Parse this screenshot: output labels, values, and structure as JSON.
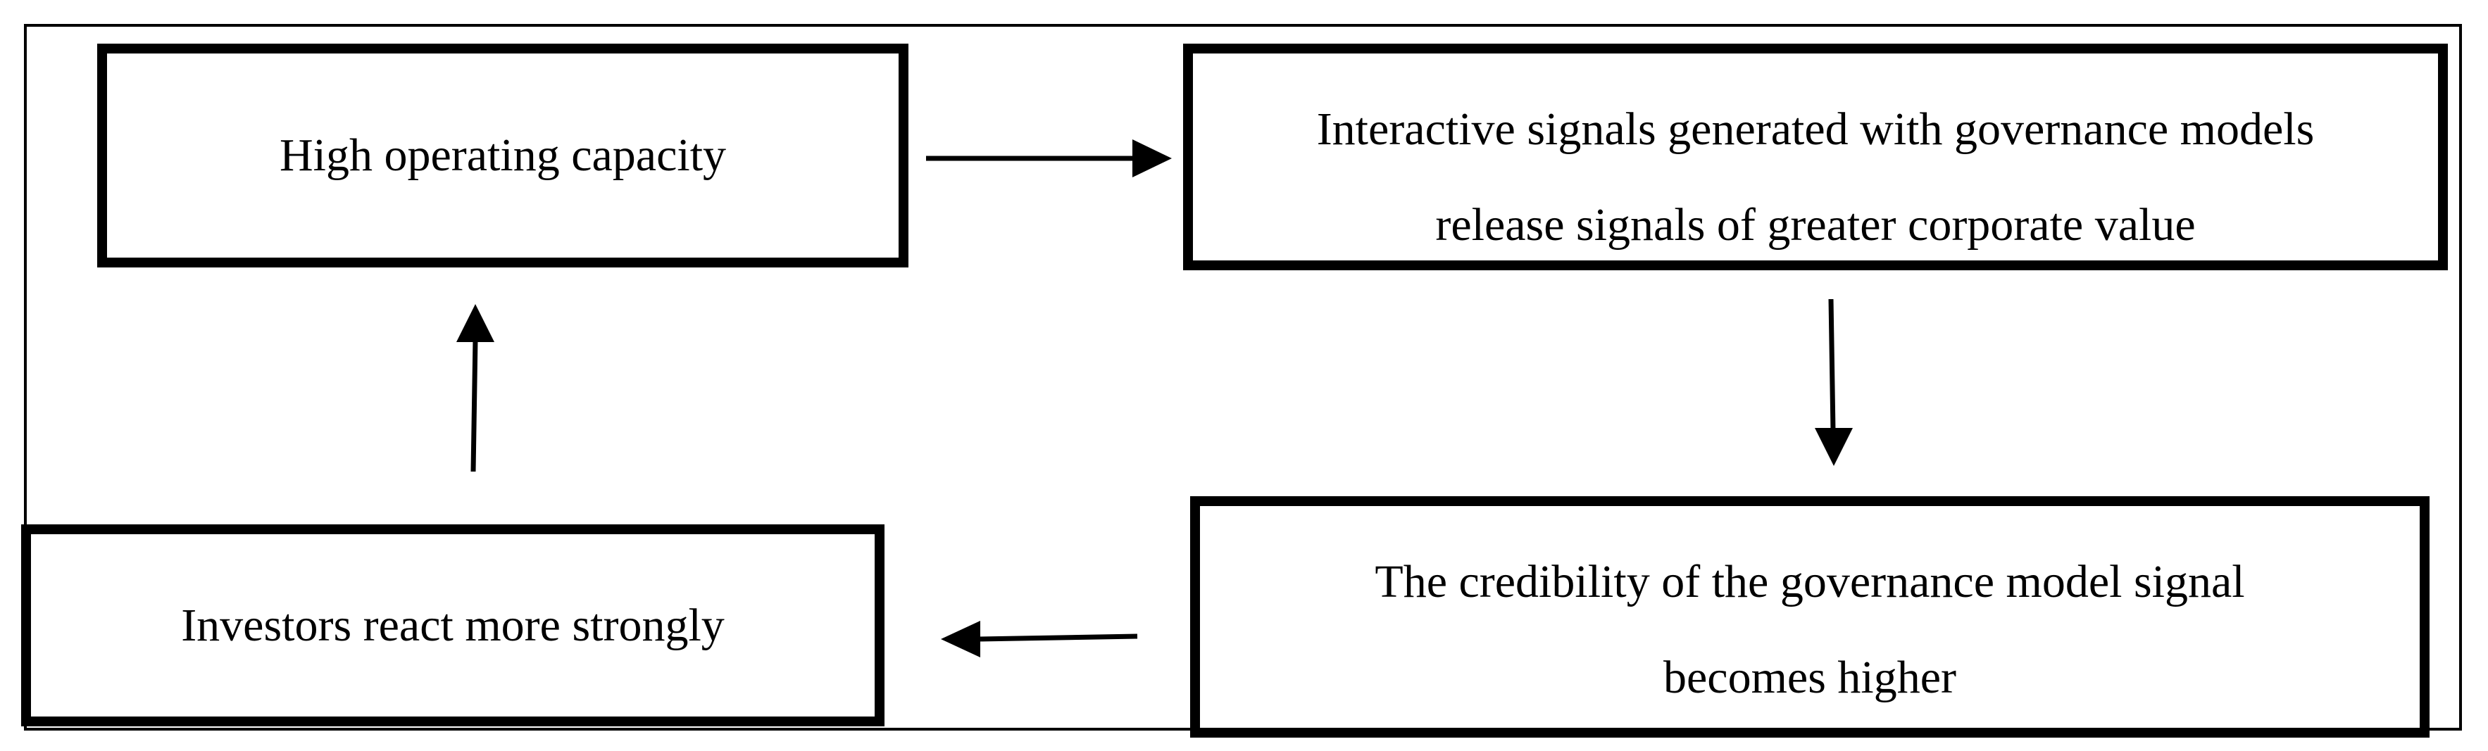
{
  "diagram": {
    "nodes": {
      "high_capacity": {
        "label": "High operating capacity"
      },
      "interactive_signals": {
        "line1": "Interactive signals generated with governance models",
        "line2": "release signals of greater corporate value"
      },
      "credibility": {
        "line1": "The credibility of the governance model signal",
        "line2": "becomes higher"
      },
      "investors": {
        "label": "Investors react more strongly"
      }
    },
    "colors": {
      "stroke": "#000000",
      "background": "#ffffff"
    }
  }
}
